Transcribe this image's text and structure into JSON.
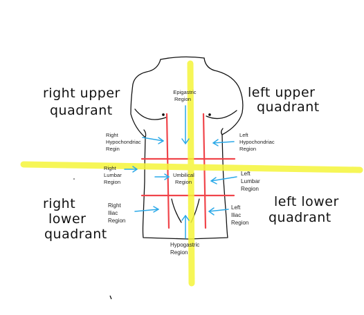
{
  "colors": {
    "outline": "#111111",
    "grid": "#f0444a",
    "arrow": "#29a8e8",
    "midline": "#f5f53a"
  },
  "quadrants": {
    "right_upper": [
      "right upper",
      "quadrant"
    ],
    "left_upper": [
      "left upper",
      "quadrant"
    ],
    "right_lower": [
      "right",
      "lower",
      "quadrant"
    ],
    "left_lower": [
      "left lower",
      "quadrant"
    ]
  },
  "regions": {
    "epigastric": [
      "Epigastric",
      "Region"
    ],
    "right_hypochondriac": [
      "Right",
      "Hypochondriac",
      "Regin"
    ],
    "left_hypochondriac": [
      "Left",
      "Hypochondriac",
      "Region"
    ],
    "right_lumbar": [
      "Right",
      "Lumbar",
      "Region"
    ],
    "umbilical": [
      "Umbilical",
      "Region"
    ],
    "left_lumbar": [
      "Left",
      "Lumbar",
      "Region"
    ],
    "right_iliac": [
      "Right",
      "Iliac",
      "Region"
    ],
    "left_iliac": [
      "Left",
      "Iliac",
      "Region"
    ],
    "hypogastric": [
      "Hypogastric",
      "Region"
    ]
  }
}
